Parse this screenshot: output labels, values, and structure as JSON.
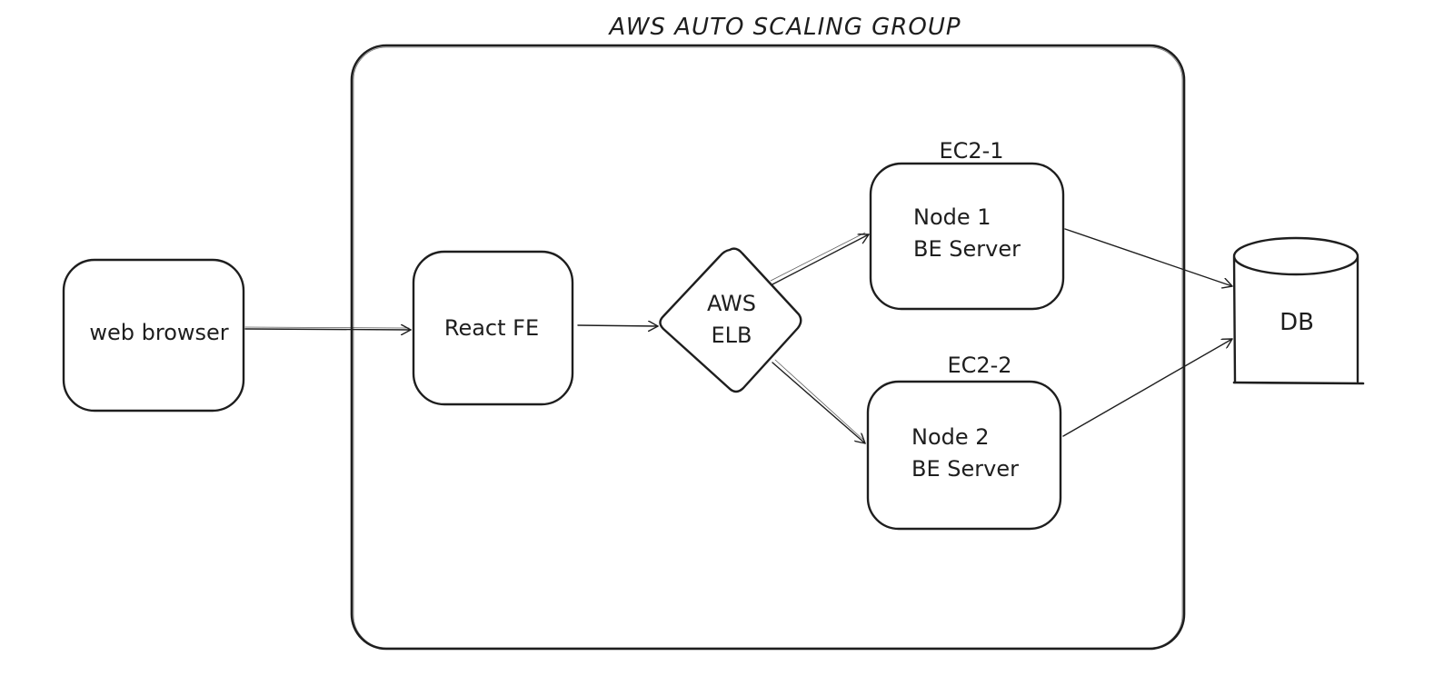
{
  "group": {
    "title": "AWS AUTO SCALING GROUP"
  },
  "nodes": {
    "browser": {
      "label": "web browser"
    },
    "frontend": {
      "label": "React FE"
    },
    "elb": {
      "line1": "AWS",
      "line2": "ELB"
    },
    "ec2_1": {
      "caption": "EC2-1",
      "line1": "Node 1",
      "line2": "BE Server"
    },
    "ec2_2": {
      "caption": "EC2-2",
      "line1": "Node 2",
      "line2": "BE Server"
    },
    "db": {
      "label": "DB"
    }
  },
  "colors": {
    "stroke": "#1e1e1e",
    "background": "#ffffff"
  }
}
